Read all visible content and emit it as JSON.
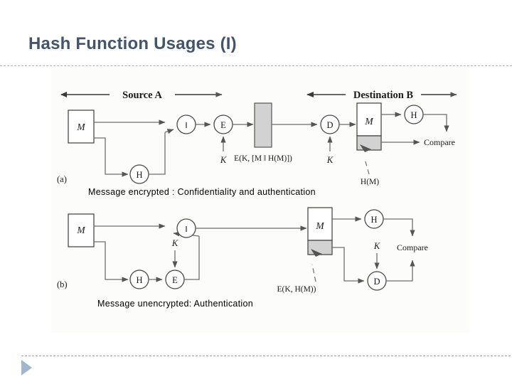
{
  "slide": {
    "title": "Hash Function Usages (I)",
    "title_color": "#44546a",
    "background": "#ffffff",
    "rule_color": "#9aa7b6"
  },
  "footer": {
    "play_icon": "play-triangle-icon",
    "play_color": "#9fb6cd"
  },
  "figure": {
    "panel_a": {
      "panel_label": "(a)",
      "source_label": "Source A",
      "destination_label": "Destination B",
      "source_nodes": [
        {
          "id": "m-block",
          "label": "M",
          "shape": "rect"
        },
        {
          "id": "hash",
          "label": "H",
          "shape": "circle"
        },
        {
          "id": "concat",
          "label": "‖",
          "shape": "circle"
        },
        {
          "id": "encrypt",
          "label": "E",
          "shape": "circle"
        },
        {
          "id": "key-src",
          "label": "K",
          "shape": "text"
        }
      ],
      "channel_label": "E(K, [M ‖ H(M)])",
      "dest_nodes": [
        {
          "id": "decrypt",
          "label": "D",
          "shape": "circle"
        },
        {
          "id": "key-dst",
          "label": "K",
          "shape": "text"
        },
        {
          "id": "m-block-dst",
          "label": "M",
          "shape": "rect"
        },
        {
          "id": "hm-tag",
          "label": "H(M)",
          "shape": "text"
        },
        {
          "id": "hash-dst",
          "label": "H",
          "shape": "circle"
        },
        {
          "id": "compare",
          "label": "Compare",
          "shape": "text"
        }
      ],
      "caption": "Message encrypted : Confidentiality and authentication"
    },
    "panel_b": {
      "panel_label": "(b)",
      "source_nodes": [
        {
          "id": "m-block",
          "label": "M",
          "shape": "rect"
        },
        {
          "id": "hash",
          "label": "H",
          "shape": "circle"
        },
        {
          "id": "encrypt",
          "label": "E",
          "shape": "circle"
        },
        {
          "id": "key-src",
          "label": "K",
          "shape": "text"
        },
        {
          "id": "concat",
          "label": "‖",
          "shape": "circle"
        }
      ],
      "channel_label": "E(K, H(M))",
      "dest_nodes": [
        {
          "id": "m-block-dst",
          "label": "M",
          "shape": "rect"
        },
        {
          "id": "hash-dst",
          "label": "H",
          "shape": "circle"
        },
        {
          "id": "decrypt",
          "label": "D",
          "shape": "circle"
        },
        {
          "id": "key-dst",
          "label": "K",
          "shape": "text"
        },
        {
          "id": "compare",
          "label": "Compare",
          "shape": "text"
        }
      ],
      "caption": "Message unencrypted:  Authentication"
    },
    "colors": {
      "line": "#6e6e6e",
      "node_stroke": "#4a4a4a",
      "shaded_block": "#d2d2d2",
      "figure_bg": "#fcfcfb",
      "text": "#1a1a1a"
    }
  }
}
